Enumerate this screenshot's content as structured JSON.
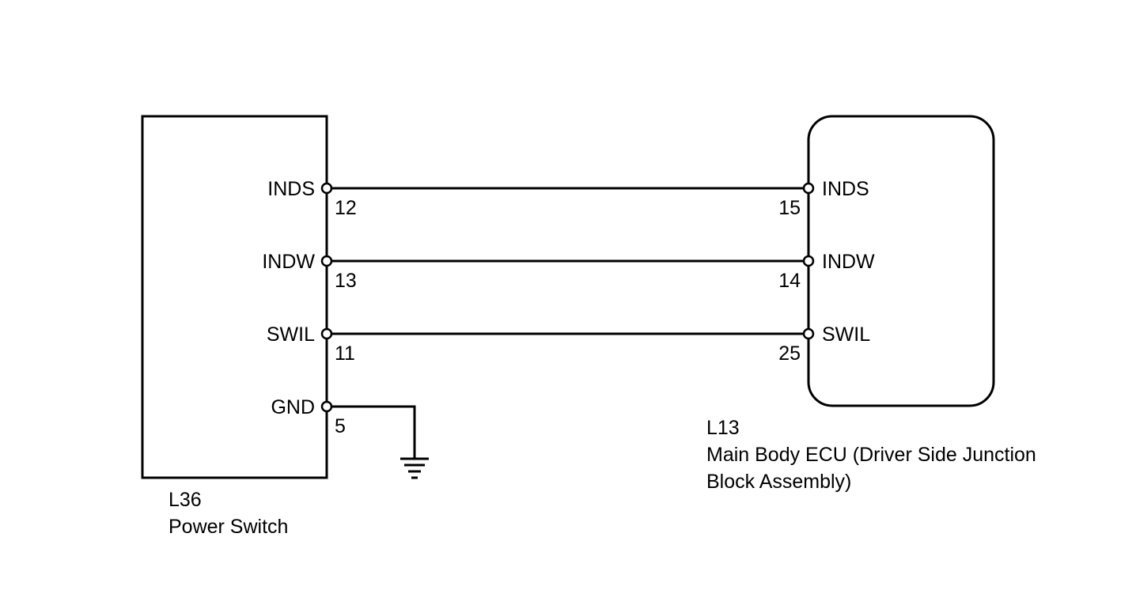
{
  "left_component": {
    "code": "L36",
    "name": "Power Switch"
  },
  "right_component": {
    "code": "L13",
    "name_line1": "Main Body ECU (Driver Side Junction",
    "name_line2": "Block Assembly)"
  },
  "connections": [
    {
      "left_signal": "INDS",
      "left_pin": "12",
      "right_signal": "INDS",
      "right_pin": "15"
    },
    {
      "left_signal": "INDW",
      "left_pin": "13",
      "right_signal": "INDW",
      "right_pin": "14"
    },
    {
      "left_signal": "SWIL",
      "left_pin": "11",
      "right_signal": "SWIL",
      "right_pin": "25"
    }
  ],
  "ground": {
    "signal": "GND",
    "pin": "5"
  }
}
